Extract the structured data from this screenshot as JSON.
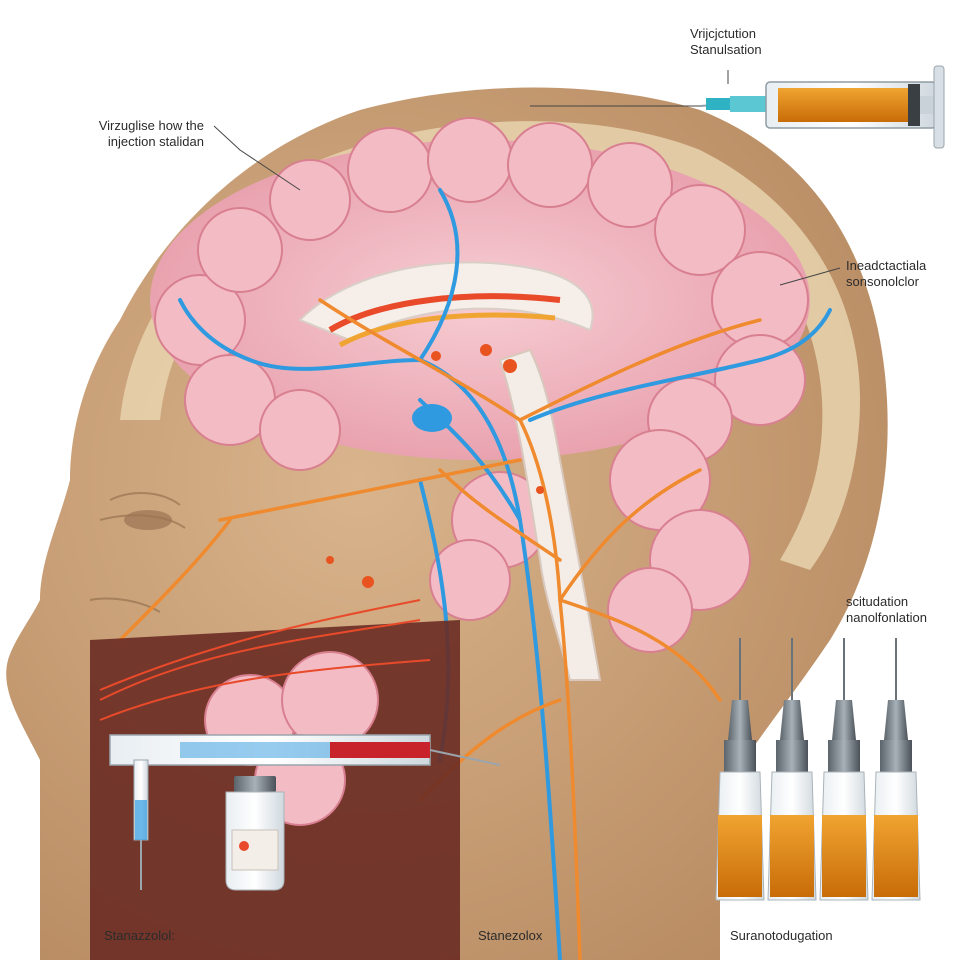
{
  "annotations": {
    "top_right_line1": "Vrijcjctution",
    "top_right_line2": "Stanulsation",
    "top_left_line1": "Virzuglise how the",
    "top_left_line2": "injection stalidan",
    "right_mid_line1": "Ineadctactiala",
    "right_mid_line2": "sonsonolclor",
    "right_low_line1": "scitudation",
    "right_low_line2": "nanolfonlation",
    "bottom_left": "Stanazzolol:",
    "bottom_center": "Stanezolox",
    "bottom_right": "Suranotodugation"
  },
  "colors": {
    "skin": "#c9a27a",
    "skull": "#e3cba4",
    "brain_tissue": "#f1b3bd",
    "nerve_orange": "#ef8a2e",
    "vessel_blue": "#2f9ae0",
    "liquid_amber": "#e38a16"
  }
}
